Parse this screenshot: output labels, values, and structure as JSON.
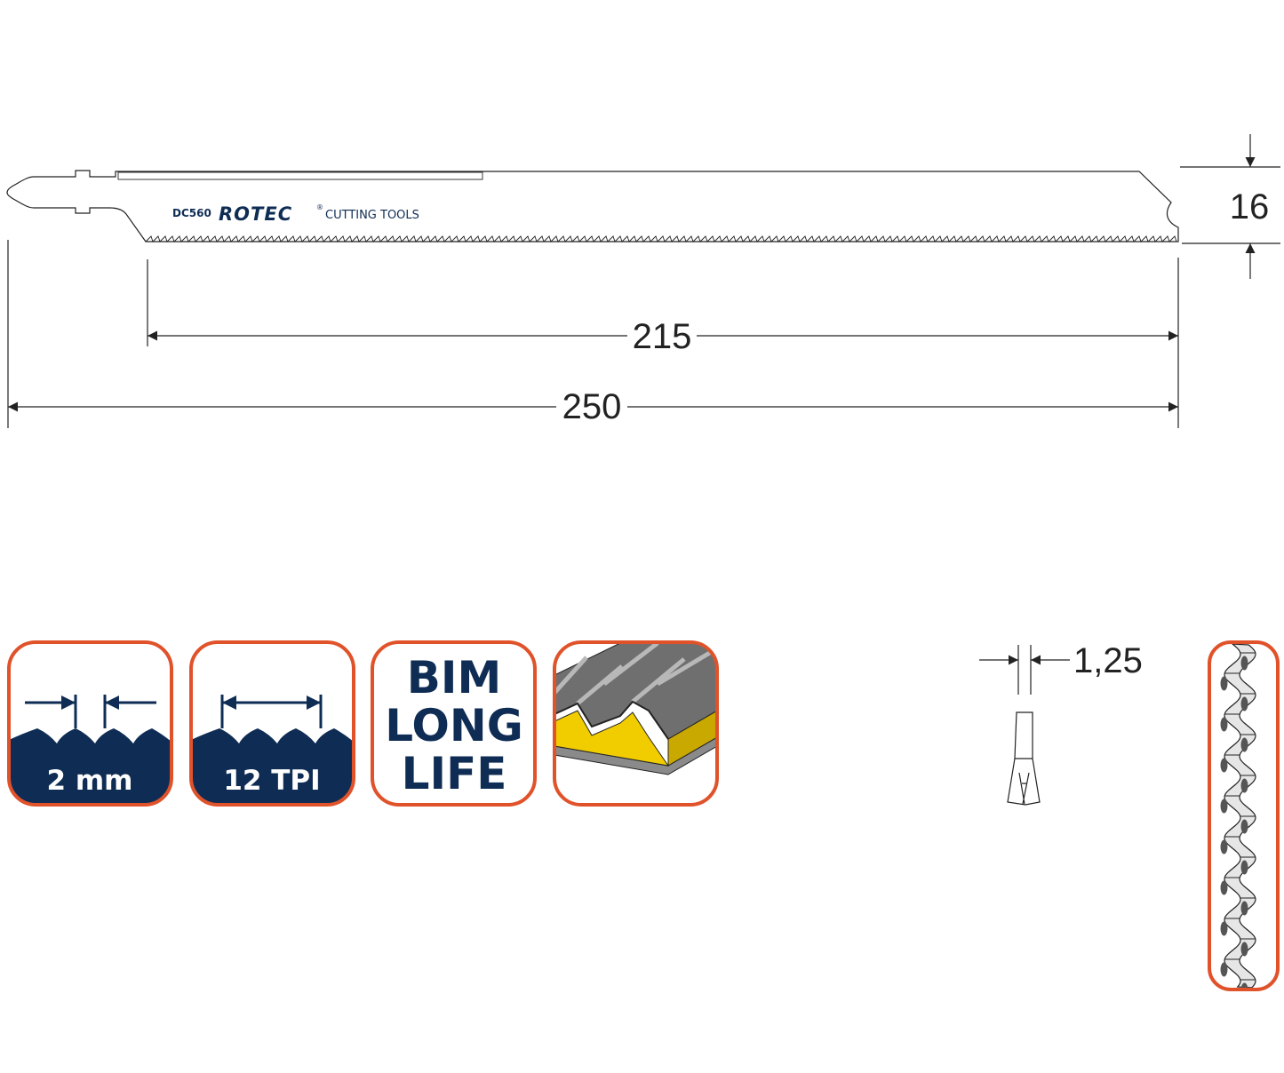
{
  "blade": {
    "model": "DC560",
    "brand": "ROTEC",
    "brand_suffix": "CUTTING TOOLS",
    "registered_mark": "®"
  },
  "dimensions": {
    "height": "16",
    "working_length": "215",
    "total_length": "250",
    "thickness": "1,25"
  },
  "badges": {
    "tooth_pitch": "2 mm",
    "tpi": "12 TPI",
    "material_line1": "BIM",
    "material_line2": "LONG",
    "material_line3": "LIFE"
  },
  "colors": {
    "badge_border": "#e0522a",
    "badge_fill": "#0f2d54",
    "brand": "#0f2d54",
    "line": "#222222",
    "foam_yellow": "#f1cd00"
  },
  "icons": {
    "tooth_pitch": "saw-tooth-pitch-icon",
    "tpi": "teeth-per-inch-icon",
    "material": "bimetal-long-life-icon",
    "application": "sandwich-panel-icon",
    "set": "wavy-set-icon",
    "thickness": "blade-thickness-icon"
  }
}
